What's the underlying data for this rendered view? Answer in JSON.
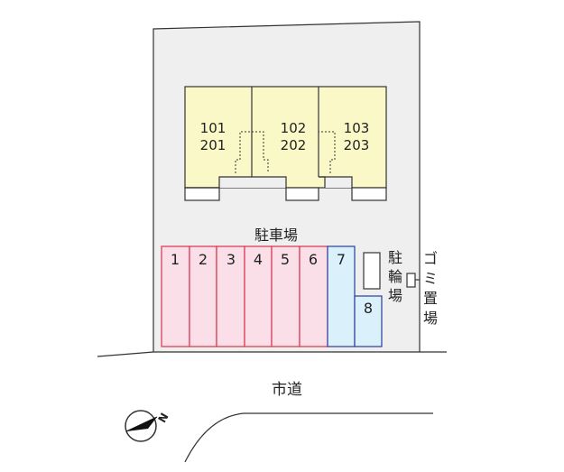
{
  "units": [
    {
      "upper": "101",
      "lower": "201"
    },
    {
      "upper": "102",
      "lower": "202"
    },
    {
      "upper": "103",
      "lower": "203"
    }
  ],
  "parking": {
    "label": "駐車場",
    "slots": [
      "1",
      "2",
      "3",
      "4",
      "5",
      "6",
      "7",
      "8"
    ]
  },
  "bicycle_parking": {
    "chars": [
      "駐",
      "輪",
      "場"
    ]
  },
  "garbage_area": {
    "chars": [
      "ゴ",
      "ミ",
      "置",
      "場"
    ]
  },
  "road": {
    "label": "市道"
  },
  "compass": {
    "north": "N"
  },
  "colors": {
    "site": "#efefef",
    "building": "#fbf8c8",
    "parking_pink": "#fbdfe8",
    "parking_pink_border": "#d9324e",
    "parking_blue": "#daf0fb",
    "parking_blue_border": "#2b3d9a",
    "outline": "#333333"
  }
}
